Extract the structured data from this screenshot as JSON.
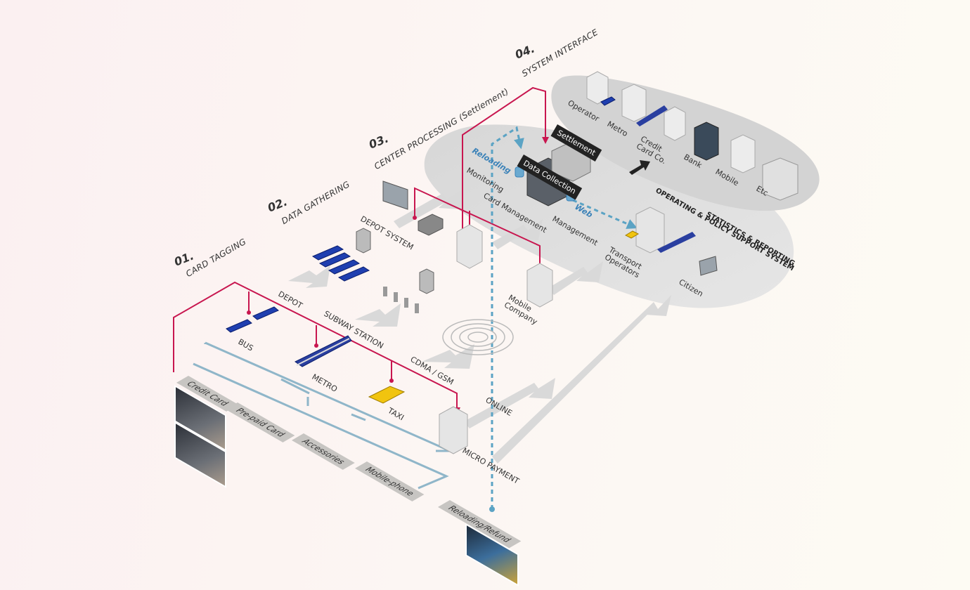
{
  "steps": [
    {
      "num": "01.",
      "title": "CARD TAGGING"
    },
    {
      "num": "02.",
      "title": "DATA GATHERING"
    },
    {
      "num": "03.",
      "title": "CENTER PROCESSING (Settlement)"
    },
    {
      "num": "04.",
      "title": "SYSTEM INTERFACE"
    }
  ],
  "gathering": {
    "depot": "DEPOT",
    "subway_station": "SUBWAY STATION",
    "cdma_gsm": "CDMA / GSM",
    "online": "ONLINE",
    "depot_system": "DEPOT SYSTEM",
    "mobile_company": "Mobile Company"
  },
  "tagging": {
    "bus": "BUS",
    "metro": "METRO",
    "taxi": "TAXI",
    "micro_payment": "MICRO PAYMENT"
  },
  "media": [
    "Credit Card",
    "Pre-paid Card",
    "Accessories",
    "Mobile-phone",
    "Reloading/Refund"
  ],
  "center": {
    "reloading": "Reloading",
    "monitoring": "Monitoring",
    "card_management": "Card Management",
    "web": "Web",
    "management": "Management",
    "data_collection": "Data Collection",
    "settlement": "Settlement",
    "transport_operators": "Transport Operators",
    "citizen": "Citizen"
  },
  "interface": [
    "Operator",
    "Metro",
    "Credit Card Co.",
    "Bank",
    "Mobile",
    "Etc"
  ],
  "ops_support": {
    "line1": "OPERATING & POLICY SUPPORT SYSTEM",
    "line2": "STATISTICS & REPORTING"
  },
  "colors": {
    "flow_red": "#c8164f",
    "dash_blue": "#5ba3c4",
    "rail_blue": "#8fb6c9",
    "platform": "#dcdcdc"
  }
}
